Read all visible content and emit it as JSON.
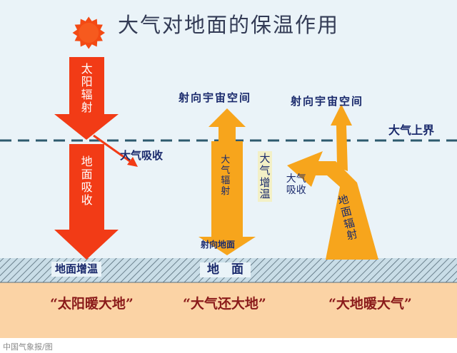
{
  "title": "大气对地面的保温作用",
  "labels": {
    "solar_radiation": "太阳辐射",
    "ground_absorb": "地面吸收",
    "atmos_absorb": "大气吸收",
    "space_emit_middle": "射向宇宙空间",
    "space_emit_right": "射向宇宙空间",
    "atmos_boundary": "大气上界",
    "atmos_radiation": "大气辐射",
    "atmos_warming": "大气增温",
    "to_ground": "射向地面",
    "atmos_reradiate": "大气吸收",
    "ground_radiation": "地面辐射",
    "ground_warming": "地面增温",
    "ground": "地　面"
  },
  "slogans": [
    "“太阳暖大地”",
    "“大气还大地”",
    "“大地暖大气”"
  ],
  "caption": "中国气象报/图",
  "colors": {
    "sky": "#eaf3f8",
    "ground_band": "#fbd3a5",
    "hatch_bg": "#c9dde7",
    "red_arrow": "#f23b16",
    "orange_arrow": "#f7a51c",
    "sun": "#f34a14",
    "dash": "#2d5a6e",
    "text_dark": "#1a2a6c",
    "slogan": "#8a1a1a"
  }
}
